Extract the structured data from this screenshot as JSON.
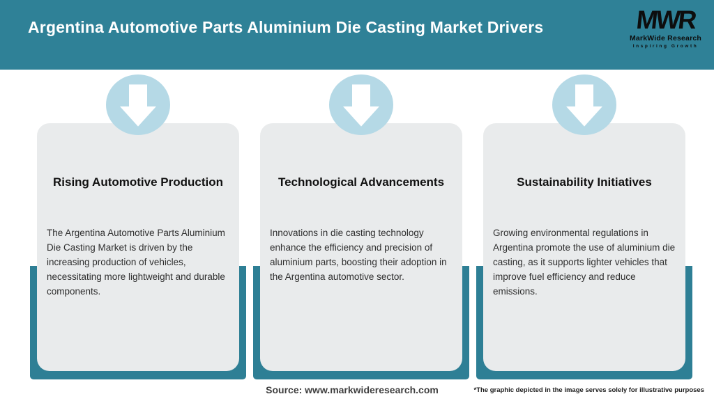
{
  "header": {
    "title": "Argentina Automotive Parts Aluminium Die Casting Market Drivers",
    "logo": {
      "acronym": "MWR",
      "name": "MarkWide Research",
      "tagline": "Inspiring Growth"
    }
  },
  "cards": [
    {
      "title": "Rising Automotive Production",
      "description": "The Argentina Automotive Parts Aluminium Die Casting Market is driven by the increasing production of vehicles, necessitating more lightweight and durable components."
    },
    {
      "title": "Technological Advancements",
      "description": "Innovations in die casting technology enhance the efficiency and precision of aluminium parts, boosting their adoption in the Argentina automotive sector."
    },
    {
      "title": "Sustainability Initiatives",
      "description": "Growing environmental regulations in Argentina promote the use of aluminium die casting, as it supports lighter vehicles that improve fuel efficiency and reduce emissions."
    }
  ],
  "footer": {
    "source": "Source: www.markwideresearch.com",
    "disclaimer": "*The graphic depicted in the image serves solely for illustrative purposes"
  },
  "colors": {
    "teal": "#2F8197",
    "teal_dark": "#2E7F95",
    "card_bg": "#E9EBEC",
    "circle": "#B5D9E6",
    "title_text": "#FFFFFF",
    "body_text": "#2E2E2E"
  }
}
